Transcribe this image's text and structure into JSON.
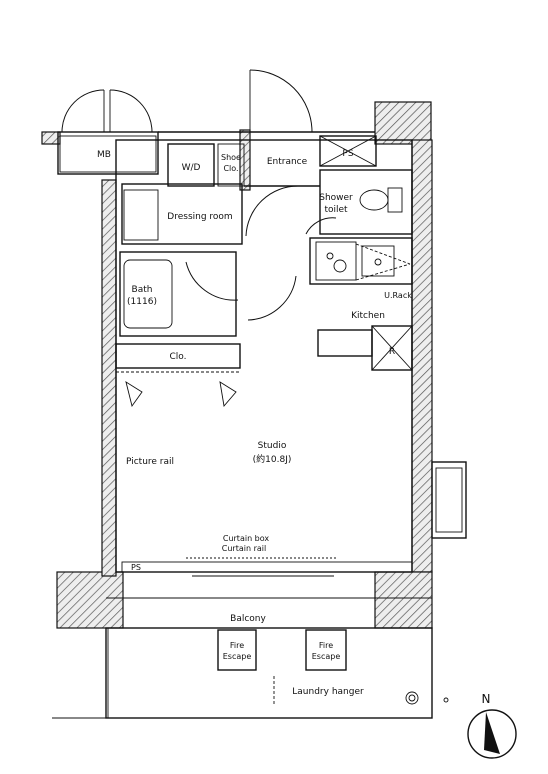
{
  "rooms": {
    "mb": "MB",
    "wic": "W/D",
    "shoe_line1": "Shoe",
    "shoe_line2": "Clo.",
    "entrance": "Entrance",
    "ps": "PS",
    "shower_line1": "Shower",
    "shower_line2": "toilet",
    "dressing": "Dressing room",
    "bath_line1": "Bath",
    "bath_line2": "(1116)",
    "urack": "U.Rack",
    "kitchen": "Kitchen",
    "r_mark": "R",
    "clo": "Clo.",
    "studio_line1": "Studio",
    "studio_line2": "(約10.8J)",
    "picture_rail": "Picture rail",
    "curtain_box": "Curtain box",
    "curtain_rail": "Curtain rail",
    "ps_small": "PS",
    "balcony": "Balcony",
    "fire_escape_1_line1": "Fire",
    "fire_escape_1_line2": "Escape",
    "fire_escape_2_line1": "Fire",
    "fire_escape_2_line2": "Escape",
    "laundry_hanger": "Laundry hanger"
  },
  "compass": {
    "north_label": "N"
  }
}
